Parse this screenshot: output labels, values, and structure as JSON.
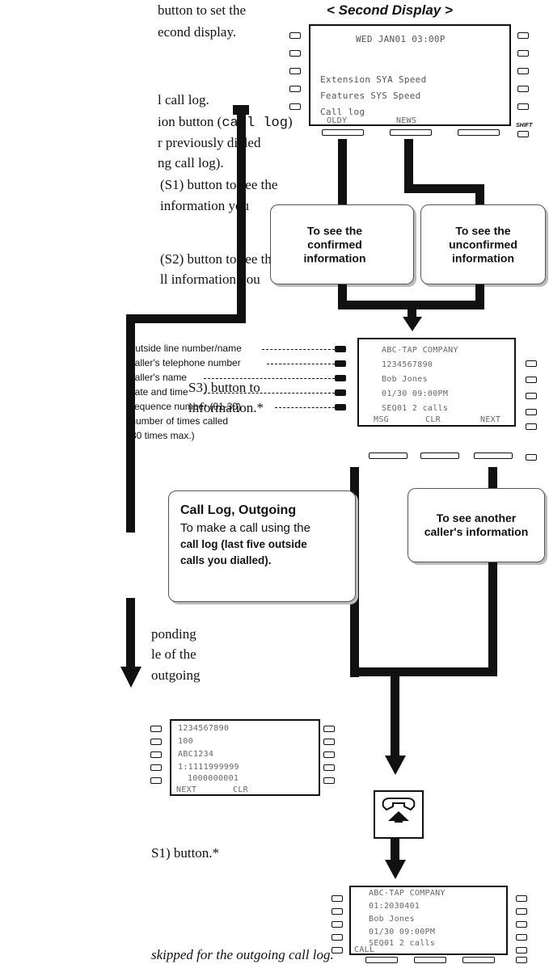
{
  "left_text": [
    "button to set the",
    "econd display.",
    "l call log.",
    "ion button (",
    "call log",
    ")",
    "r previously dialed",
    "ng call log).",
    "(S1) button to see the",
    "information you",
    "(S2) button to see the",
    "ll information you",
    "S3) button to",
    "information.*",
    "ponding",
    "le of the",
    "outgoing",
    "S1) button.*",
    "skipped for the outgoing call log."
  ],
  "second_display": {
    "title": "< Second Display >",
    "lines": [
      "WED JAN01 03:00P",
      "Extension   SYA Speed",
      "Features    SYS Speed",
      "Call log"
    ],
    "softkeys": [
      "OLDY",
      "NEWS"
    ],
    "shift_label": "SHIFT"
  },
  "callouts": {
    "confirmed": "To see the confirmed information",
    "unconfirmed": "To see the unconfirmed information",
    "another": "To see another caller's information"
  },
  "caller_display": {
    "lines": [
      "ABC-TAP COMPANY",
      "1234567890",
      "Bob Jones",
      "01/30 09:00PM",
      "SEQ01 2 calls"
    ],
    "softkeys": [
      "MSG",
      "CLR",
      "NEXT"
    ]
  },
  "info_labels": [
    "Outside line number/name",
    "Caller's telephone number",
    "Caller's name",
    "Date and time",
    "Sequence number (01-30)",
    "/number of times called",
    "(30 times max.)"
  ],
  "outgoing_box": {
    "title": "Call Log, Outgoing",
    "body": [
      "To make a call using the",
      "call log (last five outside",
      "calls you dialled)."
    ]
  },
  "outgoing_display": {
    "lines": [
      "1234567890",
      "100",
      "ABC1234",
      "1:1111999999",
      "1000000001"
    ],
    "softkeys": [
      "NEXT",
      "CLR"
    ]
  },
  "bottom_display": {
    "lines": [
      "ABC-TAP COMPANY",
      "01:2030401",
      "Bob Jones",
      "01/30 09:00PM",
      "SEQ01 2 calls"
    ],
    "softkeys": [
      "CALL"
    ]
  },
  "icons": {
    "handset": "handset-offhook-icon"
  }
}
